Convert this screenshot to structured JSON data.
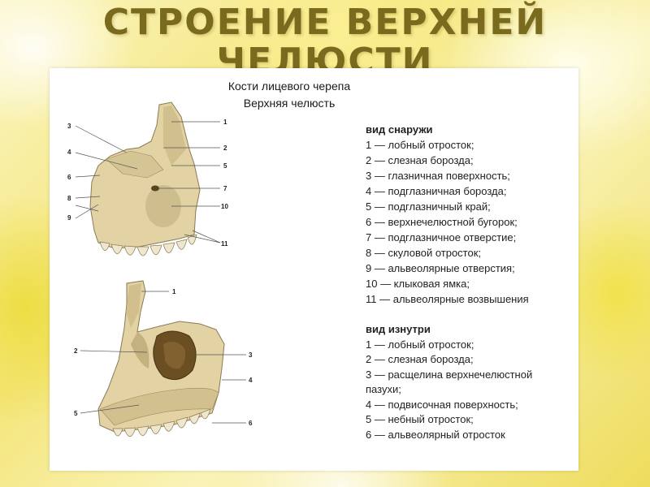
{
  "slide": {
    "title_line1": "СТРОЕНИЕ ВЕРХНЕЙ",
    "title_line2": "ЧЕЛЮСТИ"
  },
  "figure": {
    "heading_line1": "Кости лицевого черепа",
    "heading_line2": "Верхняя челюсть",
    "outer_view": {
      "title": "вид снаружи",
      "items": [
        "1 — лобный отросток;",
        "2 — слезная борозда;",
        "3 — глазничная поверхность;",
        "4 — подглазничная борозда;",
        "5 — подглазничный край;",
        "6 — верхнечелюстной бугорок;",
        "7 — подглазничное отверстие;",
        "8 — скуловой отросток;",
        "9 — альвеолярные отверстия;",
        "10 — клыковая ямка;",
        "11 — альвеолярные возвышения"
      ],
      "callouts": [
        "1",
        "2",
        "3",
        "4",
        "5",
        "6",
        "7",
        "8",
        "9",
        "10",
        "11"
      ]
    },
    "inner_view": {
      "title": "вид изнутри",
      "items": [
        "1 — лобный отросток;",
        "2 — слезная борозда;",
        "3 — расщелина верхнечелюстной пазухи;",
        "4 — подвисочная поверхность;",
        "5 — небный отросток;",
        "6 — альвеолярный отросток"
      ],
      "callouts": [
        "1",
        "2",
        "3",
        "4",
        "5",
        "6"
      ]
    }
  },
  "colors": {
    "title": "#7a6a1e",
    "bone": "#e2d2a4",
    "bone_shadow": "#b9a574",
    "sinus": "#6b4e22"
  }
}
